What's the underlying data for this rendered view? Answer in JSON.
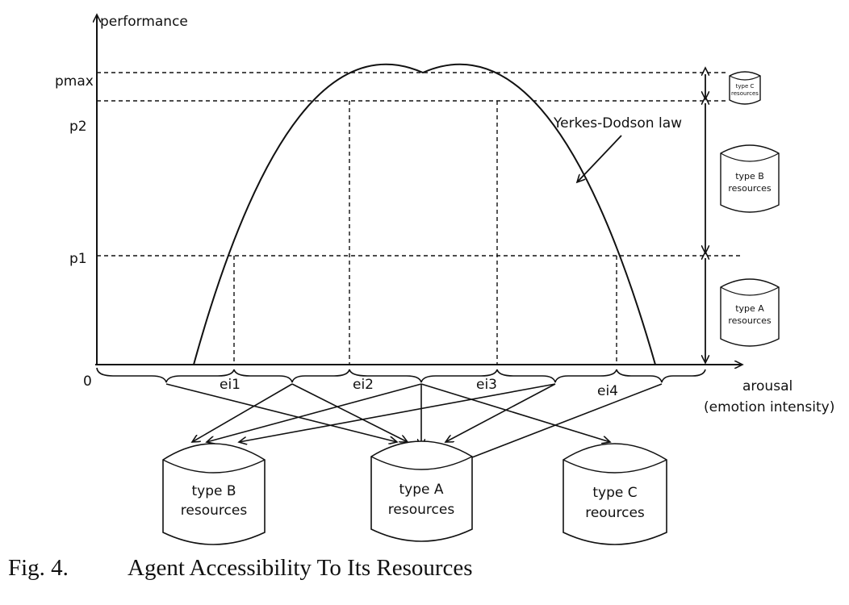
{
  "axes": {
    "y_label": "performance",
    "x_label_line1": "arousal",
    "x_label_line2": "(emotion intensity)",
    "origin": "0"
  },
  "y_ticks": {
    "pmax": "pmax",
    "p2": "p2",
    "p1": "p1"
  },
  "x_ticks": {
    "ei1": "ei1",
    "ei2": "ei2",
    "ei3": "ei3",
    "ei4": "ei4"
  },
  "curve_label": "Yerkes-Dodson law",
  "side_resources": {
    "c": {
      "line1": "type C",
      "line2": "resources"
    },
    "b": {
      "line1": "type B",
      "line2": "resources"
    },
    "a": {
      "line1": "type A",
      "line2": "resources"
    }
  },
  "bottom_resources": {
    "b": {
      "line1": "type B",
      "line2": "resources"
    },
    "a": {
      "line1": "type A",
      "line2": "resources"
    },
    "c": {
      "line1": "type C",
      "line2": "reources"
    }
  },
  "caption": {
    "number": "Fig. 4.",
    "title": "Agent Accessibility To Its Resources"
  },
  "colors": {
    "ink": "#111111",
    "background": "#ffffff"
  }
}
